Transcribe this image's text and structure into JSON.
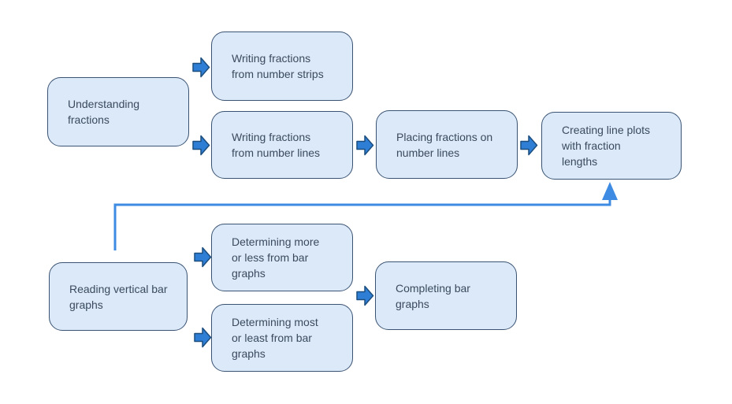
{
  "colors": {
    "background": "#ffffff",
    "node_fill": "#dbe9f8",
    "node_border": "#3a5372",
    "node_text": "#3b4a5f",
    "arrow_fill": "#2e7ed5",
    "arrow_border": "#1b4e7f",
    "connector": "#3d8be2"
  },
  "nodes": [
    {
      "id": "understanding-fractions",
      "label": "Understanding\nfractions"
    },
    {
      "id": "writing-fractions-from-number-strips",
      "label": "Writing fractions\nfrom number strips"
    },
    {
      "id": "writing-fractions-from-number-lines",
      "label": "Writing fractions\nfrom number lines"
    },
    {
      "id": "placing-fractions-on-number-lines",
      "label": "Placing fractions on\nnumber lines"
    },
    {
      "id": "creating-line-plots-with-fraction-lengths",
      "label": "Creating line plots\nwith fraction\nlengths"
    },
    {
      "id": "reading-vertical-bar-graphs",
      "label": "Reading vertical bar\ngraphs"
    },
    {
      "id": "determining-more-or-less-from-bar-graphs",
      "label": "Determining more\nor less from bar\ngraphs"
    },
    {
      "id": "determining-most-or-least-from-bar-graphs",
      "label": "Determining most\nor least from bar\ngraphs"
    },
    {
      "id": "completing-bar-graphs",
      "label": "Completing bar\ngraphs"
    }
  ],
  "edges": [
    {
      "from": "understanding-fractions",
      "to": "writing-fractions-from-number-strips",
      "style": "block-arrow"
    },
    {
      "from": "understanding-fractions",
      "to": "writing-fractions-from-number-lines",
      "style": "block-arrow"
    },
    {
      "from": "writing-fractions-from-number-lines",
      "to": "placing-fractions-on-number-lines",
      "style": "block-arrow"
    },
    {
      "from": "placing-fractions-on-number-lines",
      "to": "creating-line-plots-with-fraction-lengths",
      "style": "block-arrow"
    },
    {
      "from": "reading-vertical-bar-graphs",
      "to": "determining-more-or-less-from-bar-graphs",
      "style": "block-arrow"
    },
    {
      "from": "reading-vertical-bar-graphs",
      "to": "determining-most-or-least-from-bar-graphs",
      "style": "block-arrow"
    },
    {
      "from": "determining-more-or-less-from-bar-graphs",
      "to": "completing-bar-graphs",
      "style": "block-arrow"
    },
    {
      "from": "determining-most-or-least-from-bar-graphs",
      "to": "completing-bar-graphs",
      "style": "block-arrow"
    },
    {
      "from": "reading-vertical-bar-graphs",
      "to": "creating-line-plots-with-fraction-lengths",
      "style": "elbow-line-arrow"
    }
  ]
}
